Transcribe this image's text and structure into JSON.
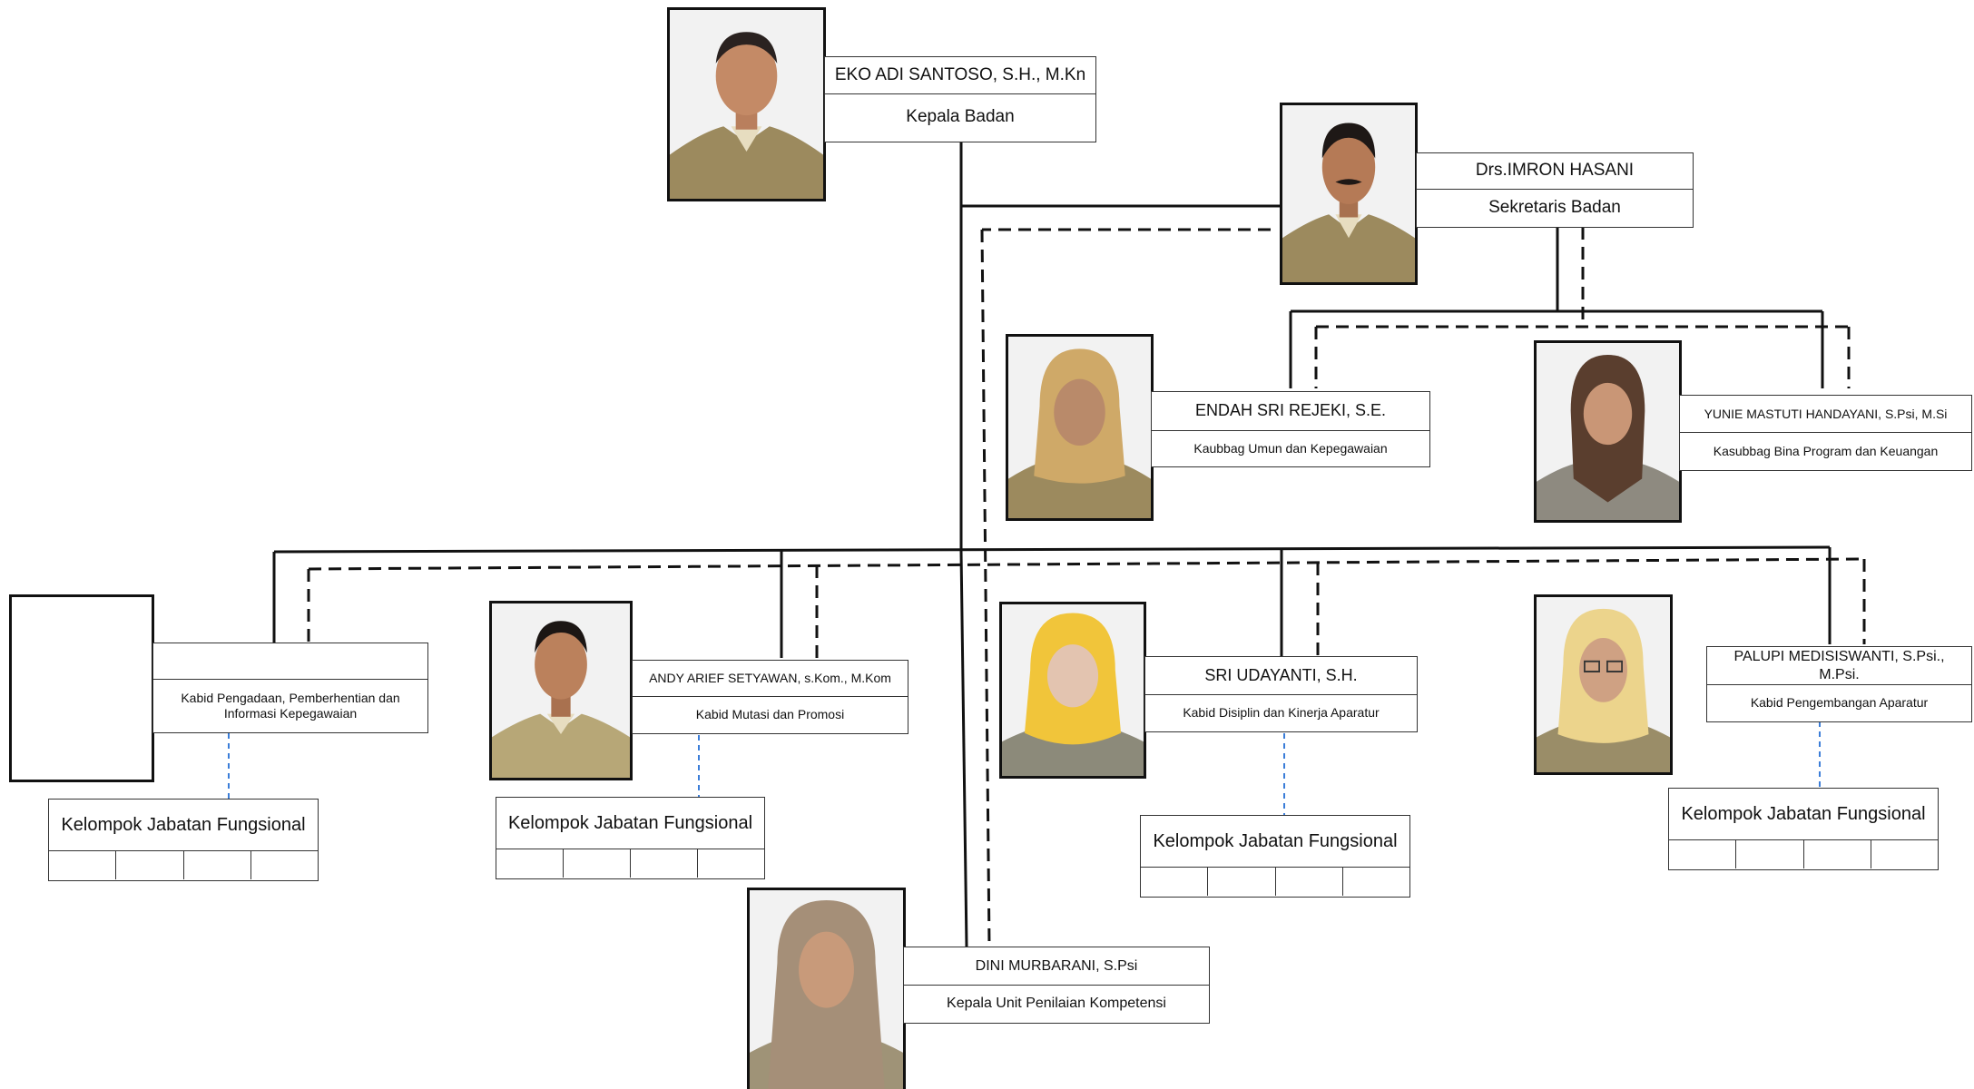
{
  "org_chart": {
    "head": {
      "name": "EKO ADI SANTOSO, S.H., M.Kn",
      "title": "Kepala Badan"
    },
    "secretary": {
      "name": "Drs.IMRON HASANI",
      "title": "Sekretaris Badan"
    },
    "subdivisions": [
      {
        "name": "ENDAH SRI REJEKI, S.E.",
        "title": "Kaubbag Umun dan Kepegawaian"
      },
      {
        "name": "YUNIE MASTUTI HANDAYANI, S.Psi, M.Si",
        "title": "Kasubbag Bina Program dan Keuangan"
      }
    ],
    "divisions": [
      {
        "name": "",
        "title": "Kabid Pengadaan, Pemberhentian dan Informasi Kepegawaian"
      },
      {
        "name": "ANDY ARIEF SETYAWAN, s.Kom., M.Kom",
        "title": "Kabid Mutasi dan Promosi"
      },
      {
        "name": "SRI UDAYANTI, S.H.",
        "title": "Kabid Disiplin dan Kinerja Aparatur"
      },
      {
        "name": "PALUPI MEDISISWANTI, S.Psi., M.Psi.",
        "title": "Kabid Pengembangan Aparatur"
      }
    ],
    "functional_groups": [
      {
        "label": "Kelompok Jabatan Fungsional"
      },
      {
        "label": "Kelompok Jabatan Fungsional"
      },
      {
        "label": "Kelompok Jabatan Fungsional"
      },
      {
        "label": "Kelompok Jabatan Fungsional"
      }
    ],
    "unit": {
      "name": "DINI MURBARANI, S.Psi",
      "title": "Kepala Unit Penilaian Kompetensi"
    }
  },
  "colors": {
    "line": "#111111",
    "functional_link": "#3b7dd8",
    "uniform_khaki": "#9c8a5e",
    "hijab_tan": "#cfa968",
    "hijab_brown": "#5a3e2e",
    "hijab_yellow": "#f1c53a",
    "hijab_light_yellow": "#ecd48c",
    "hijab_taupe": "#a58f78"
  }
}
